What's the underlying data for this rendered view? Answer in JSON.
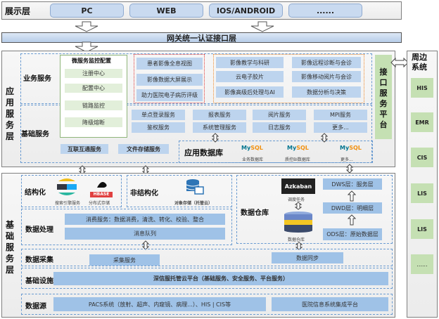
{
  "presentation": {
    "label": "展示层",
    "clients": [
      "PC",
      "WEB",
      "IOS/ANDROID",
      "......"
    ]
  },
  "gateway": {
    "label": "网关统一认证接口层"
  },
  "application": {
    "label": "应用服务层",
    "business_label": "业务服务",
    "basic_label": "基础服务",
    "microservice": {
      "title": "微服务监控配置",
      "items": [
        "注册中心",
        "配置中心",
        "链路监控",
        "降级熔断"
      ]
    },
    "red_group": [
      "患者影像全息视图",
      "影像数据大屏展示",
      "助力医院电子病历评级"
    ],
    "orange_group": [
      "影像教学与科研",
      "影像远程诊断与会诊",
      "云电子胶片",
      "影像移动阅片与会诊",
      "影像高级后处理与AI",
      "数据分析与决策"
    ],
    "basic_services": [
      "单点登录服务",
      "报表服务",
      "阅片服务",
      "MPI服务",
      "鉴权服务",
      "系统管理服务",
      "日志服务",
      "更多..."
    ],
    "bottom_services": [
      "互联互通服务",
      "文件存储服务"
    ],
    "app_db": {
      "label": "应用数据库",
      "dbs": [
        {
          "logo": "MySQL",
          "caption": "业务数据库"
        },
        {
          "logo": "MySQL",
          "caption": "质控BI数据库"
        },
        {
          "logo": "MySQL",
          "caption": "更多..."
        }
      ]
    },
    "interface_platform": "接口服务平台"
  },
  "peripheral": {
    "label": "周边系统",
    "items": [
      "HIS",
      "EMR",
      "CIS",
      "LIS",
      "LIS",
      "......"
    ]
  },
  "base": {
    "label": "基础服务层",
    "structured": {
      "label": "结构化",
      "captions": [
        "搜索引擎服务",
        "分布式存储"
      ],
      "hbase_logo": "HBASE"
    },
    "unstructured": {
      "label": "非结构化",
      "caption": "对象存储（托管云）"
    },
    "warehouse": {
      "label": "数据仓库",
      "azkaban": "Azkaban",
      "schedule_caption": "调度任务",
      "dw_caption": "数据仓库",
      "layers": [
        "DWS层：服务层",
        "DWD层：明细层",
        "ODS层：原始数据层"
      ]
    },
    "processing": {
      "label": "数据处理",
      "items": [
        "消费服务：数据消费，清洗、转化、校验、整合",
        "消息队列"
      ]
    },
    "collection": {
      "label": "数据采集",
      "items": [
        "采集服务",
        "数据同步"
      ]
    },
    "infra": {
      "label": "基础设施",
      "item": "深信服托管云平台（基础服务、安全服务、平台服务）"
    },
    "source": {
      "label": "数据源",
      "items": [
        "PACS系统（放射、超声、内窥镜、病理...）、HIS | CIS等",
        "医院信息系统集成平台"
      ]
    }
  }
}
